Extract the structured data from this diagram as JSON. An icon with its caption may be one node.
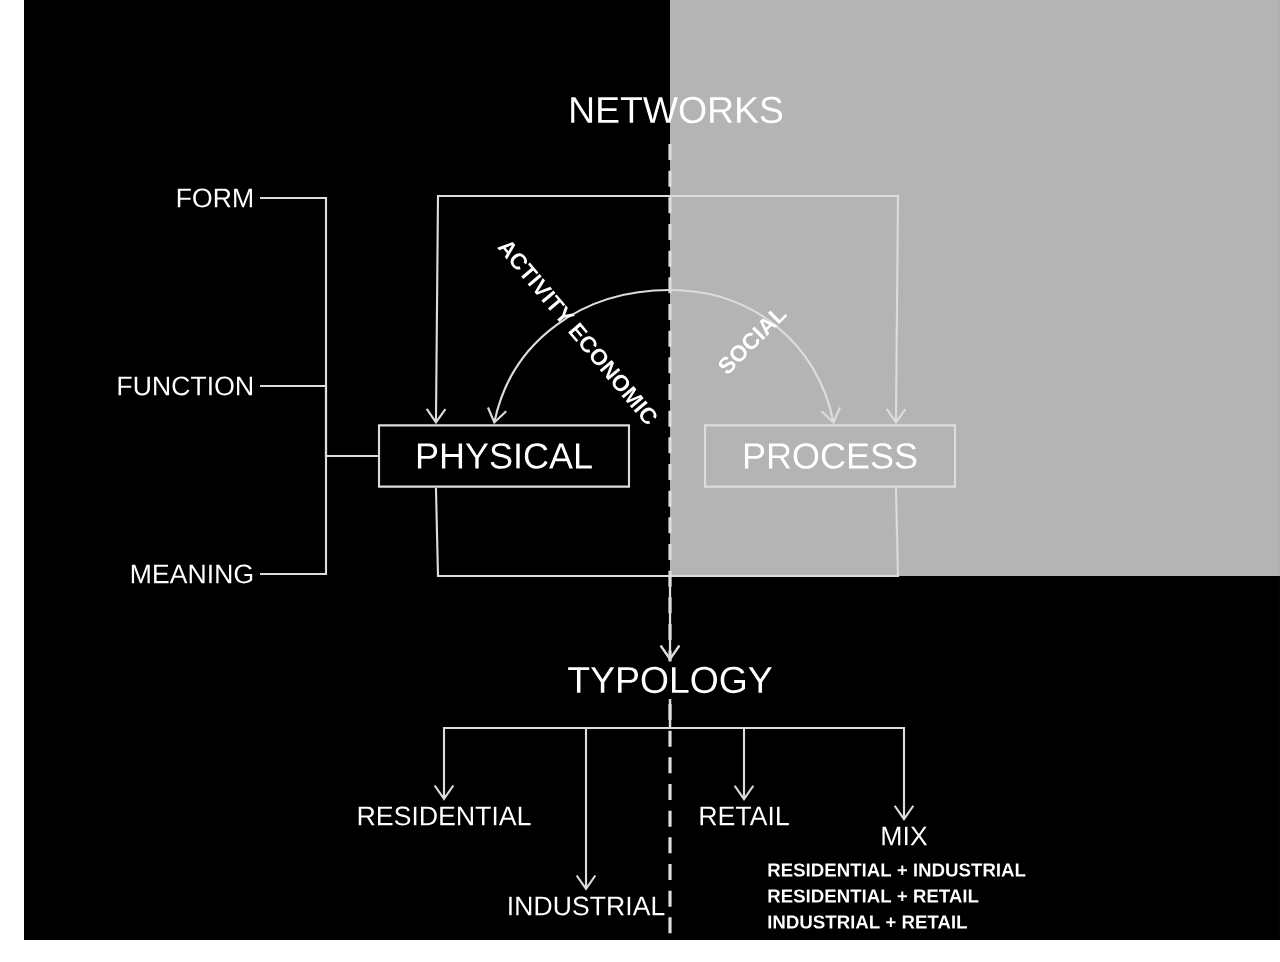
{
  "diagram": {
    "nodes": [
      {
        "text": [
          "NETWORKS"
        ]
      },
      {
        "text": [
          "FORM"
        ]
      },
      {
        "text": [
          "FUNCTION"
        ]
      },
      {
        "text": [
          "MEANING"
        ]
      },
      {
        "text": [
          "PHYSICAL"
        ]
      },
      {
        "text": [
          "PROCESS"
        ]
      },
      {
        "text": [
          "TYPOLOGY"
        ]
      },
      {
        "text": [
          "RESIDENTIAL"
        ]
      },
      {
        "text": [
          "INDUSTRIAL"
        ]
      },
      {
        "text": [
          "RETAIL"
        ]
      },
      {
        "text": [
          "MIX"
        ],
        "beside": [
          "RESIDENTIAL + INDUSTRIAL",
          "RESIDENTIAL + RETAIL",
          "INDUSTRIAL + RETAIL"
        ]
      }
    ],
    "edges": [
      {
        "from": 1,
        "to": 4,
        "arrow": "none"
      },
      {
        "from": 2,
        "to": 4,
        "arrow": "none"
      },
      {
        "from": 3,
        "to": 4,
        "arrow": "none"
      },
      {
        "from": 4,
        "to": 5,
        "arrow": "both"
      },
      {
        "from": null,
        "to": 4,
        "arrow": "to",
        "label": "ACTIVITY ECONOMIC"
      },
      {
        "from": null,
        "to": 5,
        "arrow": "to",
        "label": "SOCIAL"
      },
      {
        "from": 4,
        "to": 6,
        "arrow": "to"
      },
      {
        "from": 5,
        "to": 6,
        "arrow": "to"
      },
      {
        "from": 6,
        "to": 7,
        "arrow": "to"
      },
      {
        "from": 6,
        "to": 8,
        "arrow": "to"
      },
      {
        "from": 6,
        "to": 9,
        "arrow": "to"
      },
      {
        "from": 6,
        "to": 10,
        "arrow": "to"
      }
    ]
  }
}
